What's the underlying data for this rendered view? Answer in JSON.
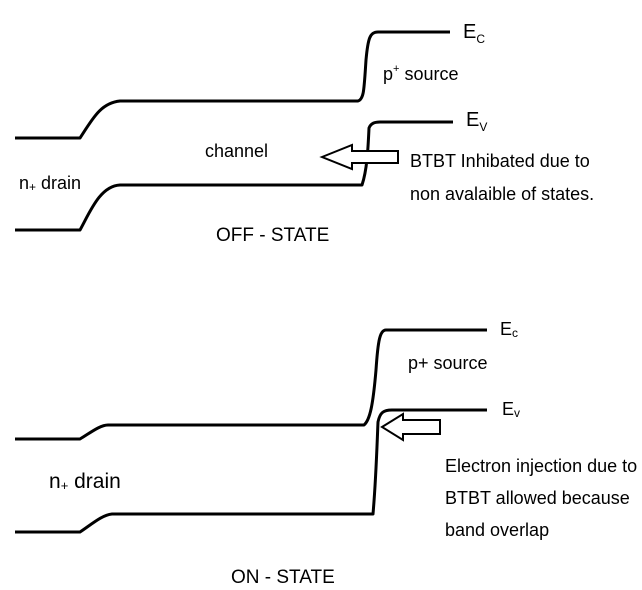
{
  "off_state": {
    "caption": "OFF - STATE",
    "ec_label": {
      "base": "E",
      "sub": "C"
    },
    "ev_label": {
      "base": "E",
      "sub": "V"
    },
    "source_label": {
      "base": "p",
      "sup": "+",
      "rest": " source"
    },
    "drain_label": {
      "base": "n",
      "sub": "+",
      "rest": " drain"
    },
    "channel_label": "channel",
    "note_lines": [
      "BTBT Inhibated due to",
      "non avalaible of states."
    ]
  },
  "on_state": {
    "caption": "ON - STATE",
    "ec_label": {
      "base": "E",
      "sub": "c"
    },
    "ev_label": {
      "base": "E",
      "sub": "v"
    },
    "source_label": "p+ source",
    "drain_label": {
      "base": "n",
      "sub": "+",
      "rest": " drain"
    },
    "note_lines": [
      "Electron injection due to",
      "BTBT allowed because",
      "band overlap"
    ]
  }
}
